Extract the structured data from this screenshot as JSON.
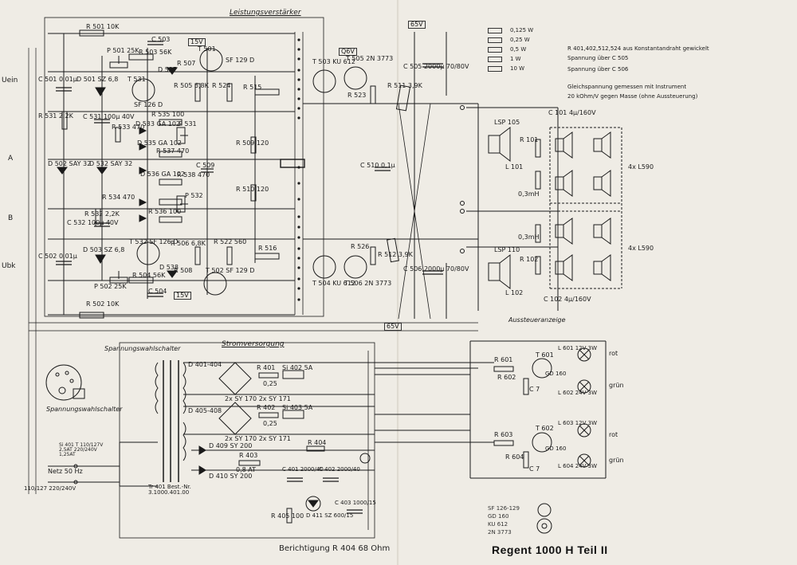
{
  "sections": {
    "amplifier": "Leistungsverstärker",
    "power_supply": "Stromversorgung",
    "voltage_selector": "Spannungswahlschalter",
    "level_indicator": "Aussteueranzeige"
  },
  "title": "Regent 1000 H   Teil II",
  "correction": "Berichtigung R 404 68 Ohm",
  "inputs": {
    "u_ein": "Uein",
    "a": "A",
    "b": "B",
    "u_aus": "Ubk"
  },
  "supply_labels": {
    "plus": "65V",
    "minus": "65V",
    "v15a": "15V",
    "v15b": "15V",
    "q6v": "Q6V"
  },
  "resistor_legend": [
    {
      "symbol": "0,125 W"
    },
    {
      "symbol": "0,25 W"
    },
    {
      "symbol": "0,5 W"
    },
    {
      "symbol": "1 W"
    },
    {
      "symbol": "10 W"
    }
  ],
  "notes": [
    "R 401,402,512,524 aus Konstantandraht gewickelt",
    "Spannung über C 505",
    "Spannung über C 506",
    "Gleichspannung gemessen mit Instrument",
    "20 kOhm/V gegen Masse (ohne Aussteuerung)"
  ],
  "upper_amp": {
    "components": [
      "R 501 10K",
      "P 501 25K",
      "R 503 56K",
      "C 503",
      "R 507",
      "T 501",
      "SF 129 D",
      "D 501 SZ 6,8",
      "R 531 2,2K",
      "C 501 0,01µ",
      "D 537",
      "T 531",
      "SF 126 D",
      "R 505 6,8K",
      "R 524",
      "R 515",
      "R 533 470",
      "R 535 100",
      "R 537 470",
      "D 533 GA 102",
      "D 535 GA 102",
      "D 536 GA 102",
      "P 531",
      "C 531 100µ 40V",
      "R 509 120",
      "R 510 120",
      "C 509",
      "T 503 KU 612",
      "T 505 2N 3773",
      "R 523",
      "R 511 3,9K",
      "C 505 2000µ 70/80V",
      "C 510 0,1µ"
    ]
  },
  "lower_amp": {
    "components": [
      "D 502 SAY 32",
      "D 532 SAY 32",
      "R 534 470",
      "R 536 100",
      "R 538 470",
      "P 532",
      "C 532 100µ 40V",
      "R 532 2,2K",
      "C 502 0,01µ",
      "D 503 SZ 6,8",
      "T 532 SF 126 D",
      "R 506 6,8K",
      "R 522 560",
      "R 516",
      "R 526",
      "R 512 3,9K",
      "T 502 SF 129 D",
      "P 502 25K",
      "R 504 56K",
      "C 504",
      "R 508",
      "D 538",
      "R 502 10K",
      "T 504 KU 612",
      "T 506 2N 3773",
      "C 506 2000µ 70/80V"
    ]
  },
  "speakers": {
    "c101": "C 101 4µ/160V",
    "c102": "C 102 4µ/160V",
    "lsp105": "LSP 105",
    "lsp110": "LSP 110",
    "l101": "L 101",
    "l102": "L 102",
    "r101": "R 101",
    "r102": "R 102",
    "box_upper": "4x L590",
    "box_lower": "4x L590",
    "coil_a": "0,3mH",
    "coil_b": "0,3mH"
  },
  "psu": {
    "bridge_a": "D 401-404",
    "bridge_a_type": "2x SY 170 2x SY 171",
    "bridge_b": "D 405-408",
    "bridge_b_type": "2x SY 170 2x SY 171",
    "r401": "R 401",
    "r402": "R 402",
    "si402": "Si 402 5A",
    "si403": "Si 403 5A",
    "r401_val": "0,25",
    "r402_val": "0,25",
    "transformer": "Tr 401 Best.-Nr. 3.1000.401.00",
    "d409": "D 409 SY 200",
    "d410": "D 410 SY 200",
    "r404": "R 404",
    "r403": "R 403",
    "r403_val": "0,8 AT",
    "c401": "C 401 2000/40",
    "c402": "C 402 2000/40",
    "c403": "C 403 1000/15",
    "d411": "D 411 SZ 600/15",
    "r405": "R 405 100",
    "si401": "Si 401 T 110/127V 2,5AT 220/240V 1,25AT",
    "mains": "Netz 50 Hz",
    "mains_v": "110/127 220/240V"
  },
  "indicator": {
    "ch1": [
      "R 601",
      "T 601",
      "R 602",
      "C 7",
      "L 601 12V 3W",
      "L 602 24V 3W",
      "GD 160"
    ],
    "ch2": [
      "R 603",
      "T 602",
      "R 604",
      "C 7",
      "L 603 12V 3W",
      "L 604 24V 3W",
      "GD 160"
    ],
    "colors": [
      "rot",
      "grün",
      "rot",
      "grün"
    ]
  },
  "semis": [
    "SF 126-129",
    "GD 160",
    "KU 612",
    "2N 3773"
  ],
  "colors": {
    "ink": "#1a1a1a",
    "paper": "#efece5",
    "pencil": "#555555"
  }
}
